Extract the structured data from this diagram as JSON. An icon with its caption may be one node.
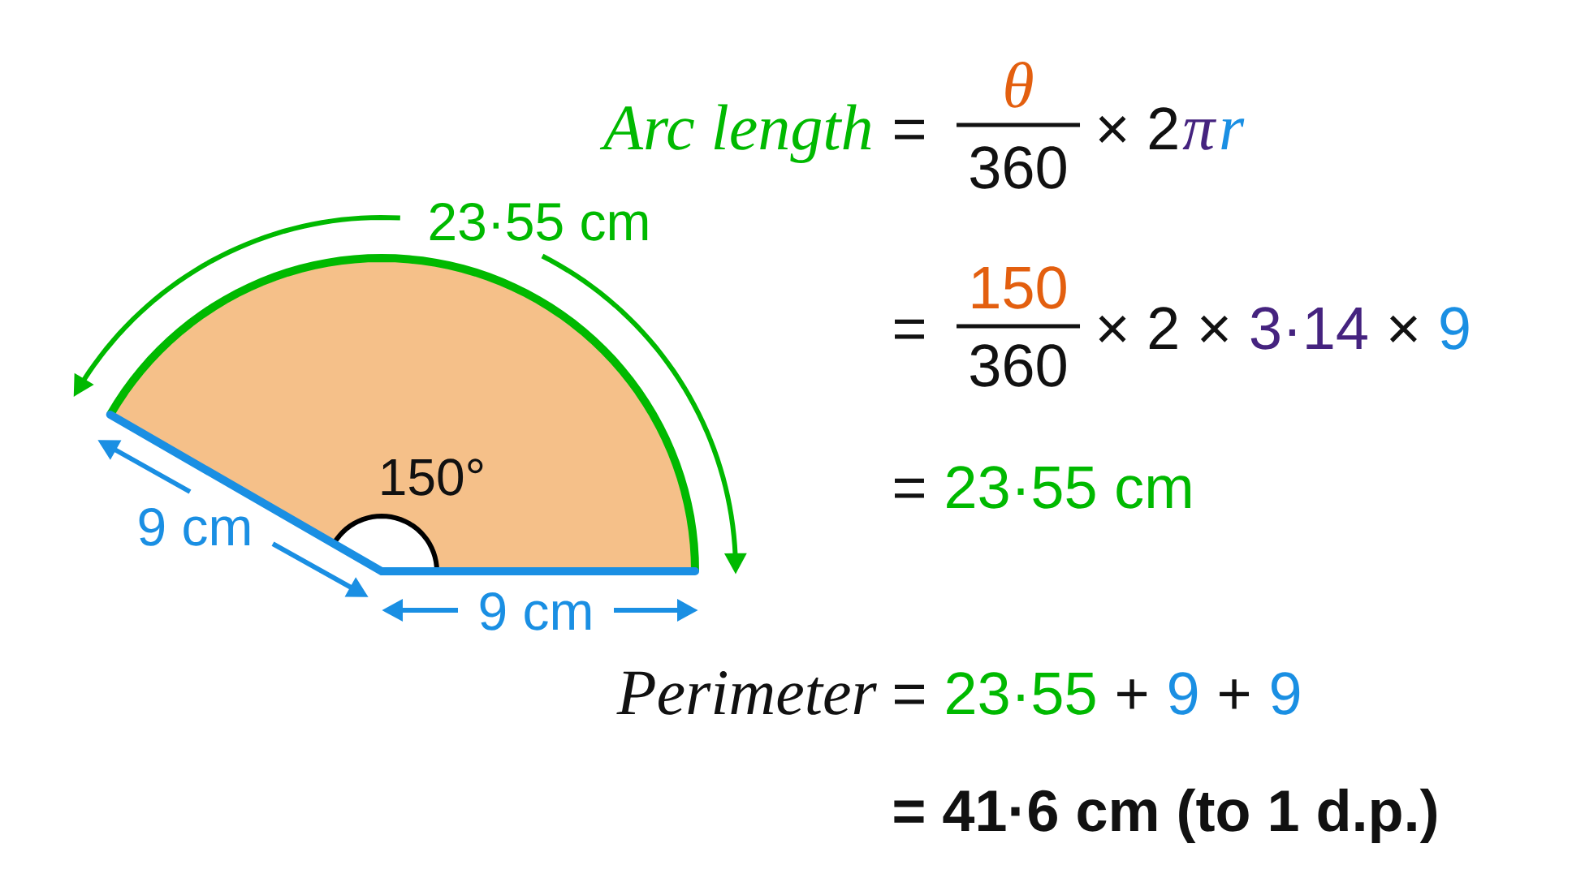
{
  "diagram": {
    "labels": [
      "Arc length",
      "=",
      "θ",
      "360",
      "× 2",
      "π",
      "r",
      "23·55 cm",
      "=",
      "150",
      "360",
      "× 2 ×",
      "3·14",
      "×",
      "9",
      "150°",
      "=",
      "23·55 cm",
      "9 cm",
      "9 cm",
      "Perimeter",
      "=",
      "23·55",
      "+",
      "9",
      "+",
      "9",
      "= 41·6 cm (to 1 d.p.)"
    ]
  }
}
